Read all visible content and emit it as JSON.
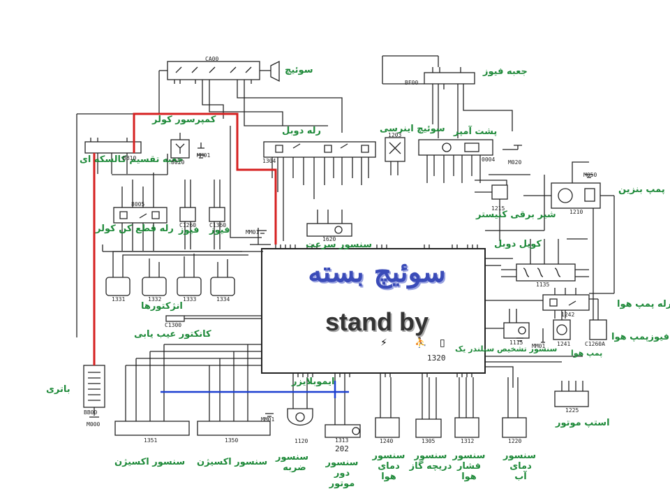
{
  "ecu": {
    "title": "سوئیچ بسته",
    "subtitle": "stand by",
    "code": "1320"
  },
  "labels": {
    "switch": "سوئیچ",
    "fuse_box": "جعبه فیوز",
    "cooler_compressor": "کمپرسور کولر",
    "double_relay": "رله دوبل",
    "inertia_switch": "سوئیچ اینرسی",
    "ammeter": "پشت آمپر",
    "harness_box": "جعبه تقسیم کالسکه ای",
    "fuel_pump": "پمپ بنزین",
    "canister_valve": "شیر برقی کنیستر",
    "cooler_cut_relay": "رله قطع کن کولر",
    "fuse": "فیوز",
    "fuse2": "فیوز",
    "speed_sensor": "سنسور سرعت",
    "double_coil": "کویل دوبل",
    "injectors": "انژکتورها",
    "air_pump_relay": "رله پمپ هوا",
    "diag_connector": "کانکتور عیب یابی",
    "air_pump_fuse": "فیوزپمپ هوا",
    "cylinder_sensor": "سنسور تشخیص سیلندر یک",
    "air_pump": "پمپ هوا",
    "immobilizer": "ایموبلایزر",
    "battery": "باتری",
    "starter": "استپ موتور",
    "oxygen_sensor_1": "سنسور اکسیژن",
    "oxygen_sensor_2": "سنسور اکسیژن",
    "knock_sensor": "سنسور ضربه",
    "rpm_sensor": "سنسور دور موتور",
    "air_temp_sensor": "سنسور دمای هوا",
    "throttle_sensor": "سنسور دریچه گاز",
    "map_sensor": "سنسور فشار هوا",
    "water_temp_sensor": "سنسور دمای آب"
  },
  "codes": {
    "ca00": "CA00",
    "bf00": "BF00",
    "bb10": "BB10",
    "c8020": "8020",
    "mm01a": "MM01",
    "c1304": "1304",
    "c1203": "1203",
    "c0004": "0004",
    "m020": "M020",
    "m050": "M050",
    "c1210": "1210",
    "c1215": "1215",
    "c8005": "8005",
    "c1260": "C1260",
    "c1360": "C1360",
    "mm01b": "MM01",
    "c1620": "1620",
    "c1135": "1135",
    "c1331": "1331",
    "c1332": "1332",
    "c1333": "1333",
    "c1334": "1334",
    "c1242": "1242",
    "c1300": "C1300",
    "c1115": "1115",
    "mm01c": "MM01",
    "c1241": "1241",
    "c1260a": "C1260A",
    "bb00": "BB00",
    "m000": "M000",
    "c1225": "1225",
    "c1351": "1351",
    "c1350": "1350",
    "mm01d": "MM01",
    "c1120": "1120",
    "c1313": "1313",
    "c202": "202",
    "c1240": "1240",
    "c1305": "1305",
    "c1312": "1312",
    "c1220": "1220"
  }
}
